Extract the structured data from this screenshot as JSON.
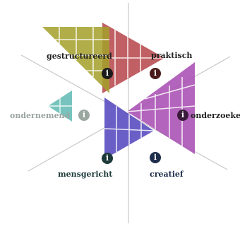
{
  "segments": [
    {
      "key": "gestructureerd",
      "label": "gestructureerd",
      "color": "#a3a02a",
      "label_color": "#222222",
      "info_color": "#1a1a1a"
    },
    {
      "key": "praktisch",
      "label": "praktisch",
      "color": "#b84a4e",
      "label_color": "#222222",
      "info_color": "#4a1a1a"
    },
    {
      "key": "onderzoeken",
      "label": "onderzoeken",
      "color": "#a94fb3",
      "label_color": "#222222",
      "info_color": "#3a1a3a"
    },
    {
      "key": "creatief",
      "label": "creatief",
      "color": "#5a4ec0",
      "label_color": "#1e2d4a",
      "info_color": "#1e2d4a"
    },
    {
      "key": "mensgericht",
      "label": "mensgericht",
      "color": "#3aa7a5",
      "label_color": "#1d3a3a",
      "info_color": "#1d3a3a"
    },
    {
      "key": "ondernemend",
      "label": "ondernemend",
      "color": "#5fbab3",
      "label_color": "#9aa6a0",
      "info_color": "#9aa6a0"
    }
  ],
  "info_icon": {
    "glyph": "i",
    "name": "info-icon"
  },
  "axis_color": "#c8c8c8"
}
